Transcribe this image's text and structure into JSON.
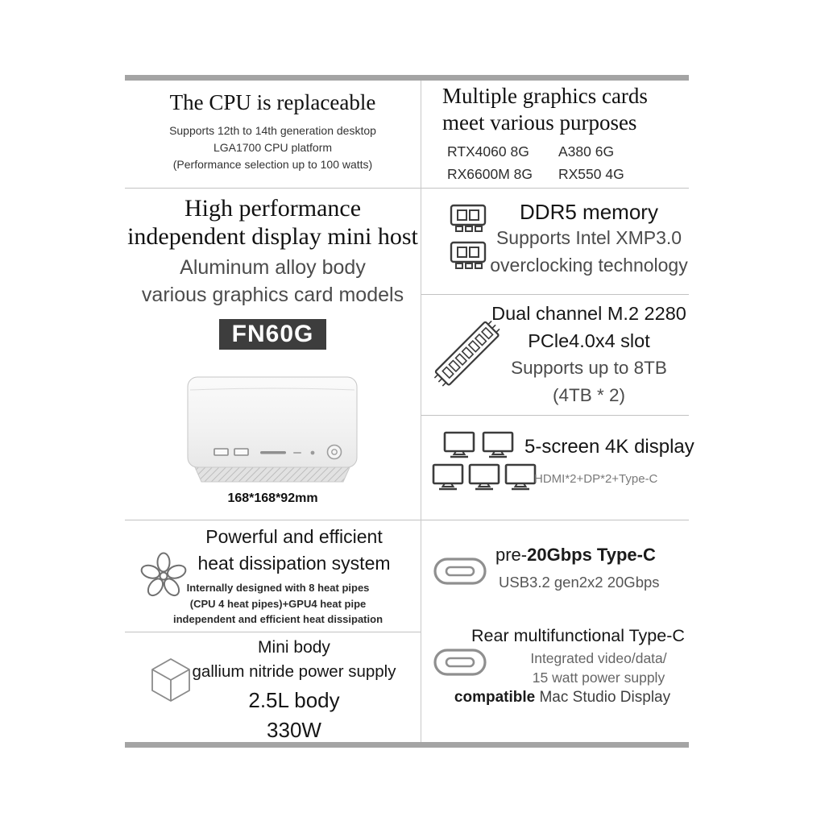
{
  "left": {
    "cpu": {
      "title": "The CPU is replaceable",
      "sub1": "Supports 12th to 14th generation desktop",
      "sub2": "LGA1700 CPU platform",
      "sub3": "(Performance selection up to 100 watts)"
    },
    "host": {
      "title1": "High performance",
      "title2": "independent display mini host",
      "sub1": "Aluminum alloy body",
      "sub2": "various graphics card models",
      "model": "FN60G",
      "dimensions": "168*168*92mm"
    },
    "cooling": {
      "title1": "Powerful and efficient",
      "title2": "heat dissipation system",
      "desc1": "Internally designed with 8 heat pipes",
      "desc2": "(CPU 4 heat pipes)+GPU4 heat pipe",
      "desc3": "independent and efficient heat dissipation"
    },
    "body": {
      "line1": "Mini body",
      "line2": "gallium nitride power supply",
      "line3": "2.5L body",
      "line4": "330W"
    }
  },
  "right": {
    "gpu": {
      "title1": "Multiple graphics cards",
      "title2": "meet various purposes",
      "cards": [
        "RTX4060 8G",
        "A380 6G",
        "RX6600M 8G",
        "RX550 4G"
      ]
    },
    "memory": {
      "title": "DDR5 memory",
      "line1": "Supports Intel XMP3.0",
      "line2": "overclocking technology"
    },
    "storage": {
      "line1": "Dual channel M.2 2280",
      "line2": "PCle4.0x4 slot",
      "line3": "Supports up to 8TB",
      "line4": "(4TB * 2)"
    },
    "display": {
      "title": "5-screen 4K  display",
      "sub": "HDMI*2+DP*2+Type-C"
    },
    "typec_front": {
      "prefix": "pre-",
      "bold": "20Gbps Type-C",
      "sub": "USB3.2 gen2x2 20Gbps"
    },
    "typec_rear": {
      "title": "Rear multifunctional Type-C",
      "line1": "Integrated video/data/",
      "line2": "15 watt power supply",
      "compat_bold": "compatible",
      "compat_rest": "Mac Studio Display"
    }
  },
  "colors": {
    "badge_bg": "#3d3d3d",
    "bar": "#a4a4a4",
    "divider": "#c2c2c2"
  }
}
